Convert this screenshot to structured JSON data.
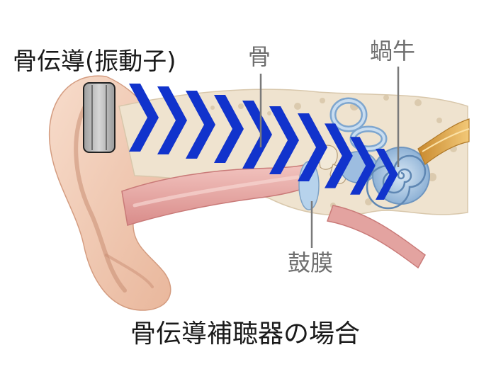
{
  "labels": {
    "device": "骨伝導(振動子)",
    "bone": "骨",
    "cochlea": "蝸牛",
    "eardrum": "鼓膜"
  },
  "caption": "骨伝導補聴器の場合",
  "colors": {
    "chevron": "#1133cc",
    "skin": "#f3cdb6",
    "canal": "#e8a5a3",
    "bone": "#e9dcc7",
    "cochlea": "#a9c6e3",
    "nerve": "#e2ae52",
    "device": "#bdbdbd"
  },
  "icons": {
    "device": "bone-conduction-vibrator-icon",
    "arrow": "chevron-right-icon"
  }
}
